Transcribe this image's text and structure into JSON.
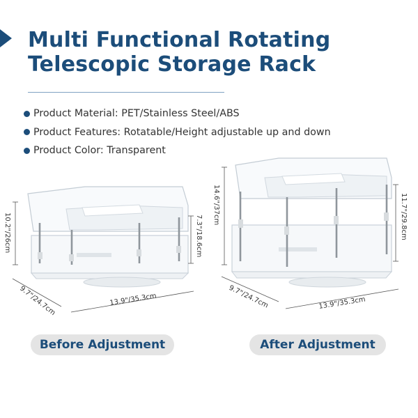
{
  "title": {
    "line1": "Multi Functional Rotating",
    "line2": "Telescopic Storage Rack"
  },
  "features": [
    "Product Material: PET/Stainless Steel/ABS",
    "Product Features: Rotatable/Height adjustable up and down",
    "Product Color: Transparent"
  ],
  "left_rack": {
    "height": "10.2\"/26cm",
    "tier_gap": "7.3\"/18.6cm",
    "depth": "9.7\"/24.7cm",
    "width": "13.9\"/35.3cm"
  },
  "right_rack": {
    "height": "14.6\"/37cm",
    "tier_gap": "11.7\"/29.8cm",
    "depth": "9.7\"/24.7cm",
    "width": "13.9\"/35.3cm"
  },
  "labels": {
    "before": "Before Adjustment",
    "after": "After Adjustment"
  },
  "colors": {
    "accent": "#1c4d7a",
    "pill_background": "#e4e4e4"
  }
}
